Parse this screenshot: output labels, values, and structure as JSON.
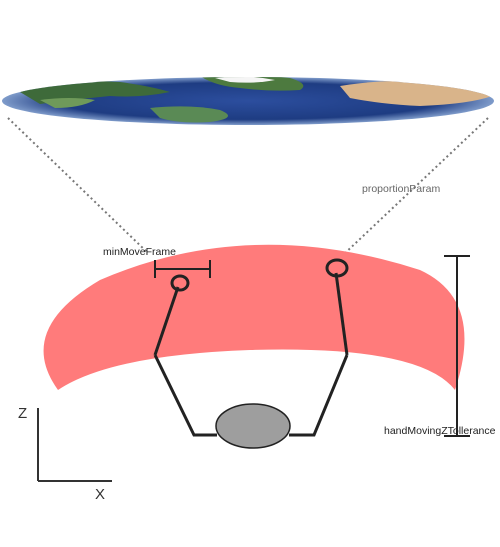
{
  "labels": {
    "min_move_frame": "minMoveFrame",
    "proportion_param": "proportionParam",
    "hand_moving_z_tollerance": "handMovingZTollerance"
  },
  "axes": {
    "z": "Z",
    "x": "X"
  },
  "colors": {
    "band": "#ff7b7b",
    "ocean": "#1f3f86",
    "land": "#3e6a3a",
    "head": "#9e9e9e",
    "line": "#222222",
    "dotted": "#777777"
  }
}
